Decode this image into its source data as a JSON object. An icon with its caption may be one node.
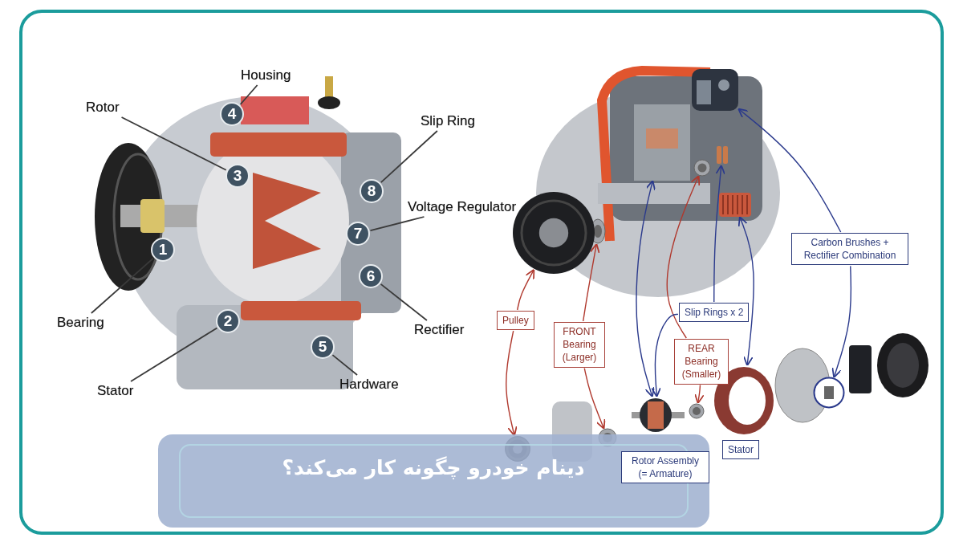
{
  "diagram": {
    "title": "دینام خودرو چگونه کار می‌کند؟",
    "nodes": [
      {
        "text": [
          "Housing"
        ]
      },
      {
        "text": [
          "4"
        ]
      },
      {
        "text": [
          "Rotor"
        ]
      },
      {
        "text": [
          "3"
        ]
      },
      {
        "text": [
          "Slip Ring"
        ]
      },
      {
        "text": [
          "8"
        ]
      },
      {
        "text": [
          "Voltage Regulator"
        ]
      },
      {
        "text": [
          "7"
        ]
      },
      {
        "text": [
          "Bearing"
        ]
      },
      {
        "text": [
          "1"
        ]
      },
      {
        "text": [
          "Rectifier"
        ]
      },
      {
        "text": [
          "6"
        ]
      },
      {
        "text": [
          "Stator"
        ]
      },
      {
        "text": [
          "2"
        ]
      },
      {
        "text": [
          "Hardware"
        ]
      },
      {
        "text": [
          "5"
        ]
      },
      {
        "text": [
          "Carbon Brushes + Rectifier Combination"
        ]
      },
      {
        "text": [
          "Slip Rings x 2"
        ]
      },
      {
        "text": [
          "Pulley"
        ]
      },
      {
        "text": [
          "FRONT Bearing (Larger)"
        ]
      },
      {
        "text": [
          "REAR Bearing (Smaller)"
        ]
      },
      {
        "text": [
          "Stator"
        ]
      },
      {
        "text": [
          "Rotor Assembly (= Armature)"
        ]
      },
      {
        "text": [],
        "shape": "picture"
      },
      {
        "text": [],
        "shape": "picture"
      },
      {
        "text": [],
        "shape": "circle"
      },
      {
        "text": [],
        "shape": "picture"
      },
      {
        "text": [],
        "shape": "picture"
      },
      {
        "text": [],
        "shape": "picture",
        "in": 26
      },
      {
        "text": [],
        "shape": "picture",
        "in": 26
      },
      {
        "text": [],
        "shape": "picture",
        "in": 26
      },
      {
        "text": [],
        "shape": "picture",
        "in": 26
      },
      {
        "text": [],
        "shape": "picture",
        "in": 26
      },
      {
        "text": [],
        "shape": "picture",
        "in": 26
      },
      {
        "text": [],
        "shape": "picture"
      },
      {
        "text": [],
        "shape": "picture"
      },
      {
        "text": [],
        "shape": "picture"
      }
    ],
    "edges": [
      {
        "from": 0,
        "to": 1,
        "arrow": "none"
      },
      {
        "from": 2,
        "to": 3,
        "arrow": "none"
      },
      {
        "from": 4,
        "to": 5,
        "arrow": "none"
      },
      {
        "from": 6,
        "to": 7,
        "arrow": "none"
      },
      {
        "from": 8,
        "to": 9,
        "arrow": "none"
      },
      {
        "from": 10,
        "to": 11,
        "arrow": "none"
      },
      {
        "from": 12,
        "to": 13,
        "arrow": "none"
      },
      {
        "from": 14,
        "to": 15,
        "arrow": "none"
      },
      {
        "from": 18,
        "to": 27,
        "arrow": "to",
        "color": "#b0392e"
      },
      {
        "from": 18,
        "to": 34,
        "arrow": "to",
        "color": "#b0392e"
      },
      {
        "from": 19,
        "to": 28,
        "arrow": "to",
        "color": "#b0392e"
      },
      {
        "from": 19,
        "to": 35,
        "arrow": "to",
        "color": "#b0392e"
      },
      {
        "from": 20,
        "to": 29,
        "arrow": "to",
        "color": "#b0392e"
      },
      {
        "from": 20,
        "to": 36,
        "arrow": "to",
        "color": "#b0392e"
      },
      {
        "from": 17,
        "to": 30,
        "arrow": "to",
        "color": "#2b3a8c"
      },
      {
        "from": 17,
        "to": 23,
        "arrow": "to",
        "color": "#2b3a8c"
      },
      {
        "from": 23,
        "to": 31,
        "arrow": "both",
        "color": "#2b3a8c"
      },
      {
        "from": 24,
        "to": 32,
        "arrow": "both",
        "color": "#2b3a8c"
      },
      {
        "from": 16,
        "to": 33,
        "arrow": "to",
        "color": "#2b3a8c"
      },
      {
        "from": 16,
        "to": 25,
        "arrow": "to",
        "color": "#2b3a8c"
      }
    ]
  }
}
